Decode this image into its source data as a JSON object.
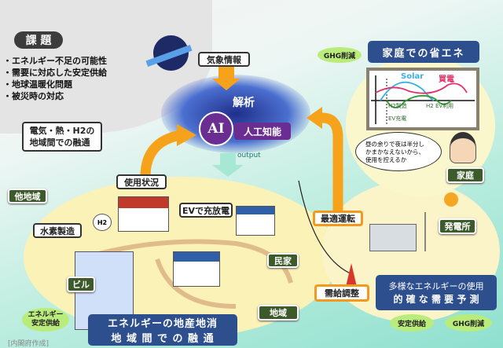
{
  "issues": {
    "title": "課 題",
    "items": [
      "・エネルギー不足の可能性",
      "・需要に対応した安定供給",
      "・地球温暖化問題",
      "・被災時の対応"
    ]
  },
  "center": {
    "weather": "気象情報",
    "analysis": "解析",
    "ai": "AI",
    "ai_label": "人工知能",
    "output": "output"
  },
  "region": {
    "interchange": "電気・熱・H2の\n地域間での融通",
    "other_region": "他地域",
    "usage": "使用状況",
    "hydrogen": "水素製造",
    "h2_tank": "H2",
    "ev": "EVで充放電",
    "house": "民家",
    "building": "ビル",
    "area": "地域",
    "stable_bubble": "エネルギー\n安定供給",
    "banner_line1": "エネルギーの地産地消",
    "banner_line2": "地 域 間 で の 融 通"
  },
  "home": {
    "ghg": "GHG削減",
    "title": "家庭での省エネ",
    "solar": "Solar",
    "buy": "買電",
    "h2_make": "H2製造",
    "h2_ev": "H2 EV利用",
    "ev_charge": "EV充電",
    "speech": "昼の余りで夜は半分し\nかまかなえないから、\n使用を控えるか",
    "label": "家庭"
  },
  "plant": {
    "optimal": "最適運転",
    "label": "発電所",
    "balance": "需給調整",
    "banner_line1": "多様なエネルギーの使用",
    "banner_line2": "的 確 な 需 要 予 測",
    "stable": "安定供給",
    "ghg": "GHG削減"
  },
  "credit": "[内閣府作成]",
  "colors": {
    "navy": "#2d4f8e",
    "green": "#3d5a2a",
    "orange": "#f39a1e",
    "purple": "#6a2d91"
  }
}
